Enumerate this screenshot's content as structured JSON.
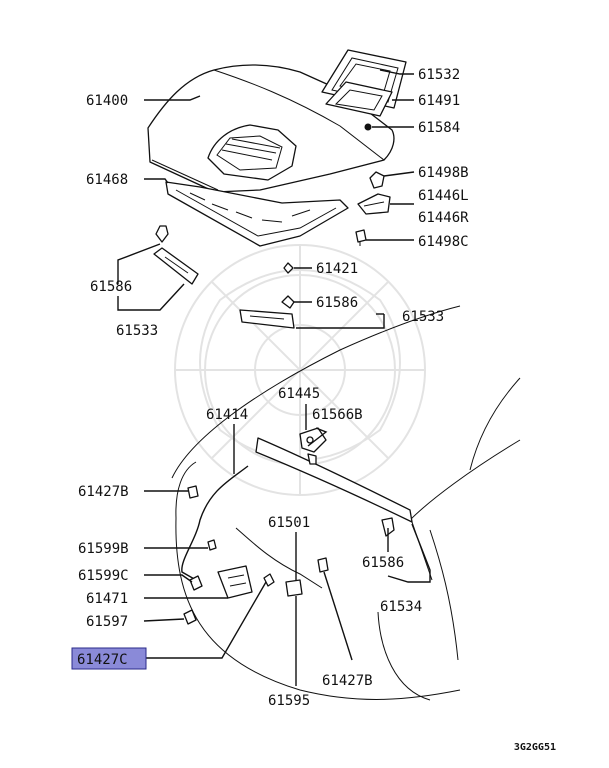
{
  "labels": {
    "l61400": "61400",
    "l61532": "61532",
    "l61491": "61491",
    "l61584": "61584",
    "l61468": "61468",
    "l61498B": "61498B",
    "l61446L": "61446L",
    "l61446R": "61446R",
    "l61498C": "61498C",
    "l61421": "61421",
    "l61586_left": "61586",
    "l61533_left": "61533",
    "l61586_mid": "61586",
    "l61533_right": "61533",
    "l61445": "61445",
    "l61414": "61414",
    "l61566B": "61566B",
    "l61427B_left": "61427B",
    "l61501": "61501",
    "l61599B": "61599B",
    "l61599C": "61599C",
    "l61586_low": "61586",
    "l61471": "61471",
    "l61534": "61534",
    "l61597": "61597",
    "l61427C": "61427C",
    "l61427B_low": "61427B",
    "l61595": "61595"
  },
  "highlighted_part": "61427C",
  "highlight_color": "#8a8ad8",
  "diagram_code": "3G2GG51"
}
